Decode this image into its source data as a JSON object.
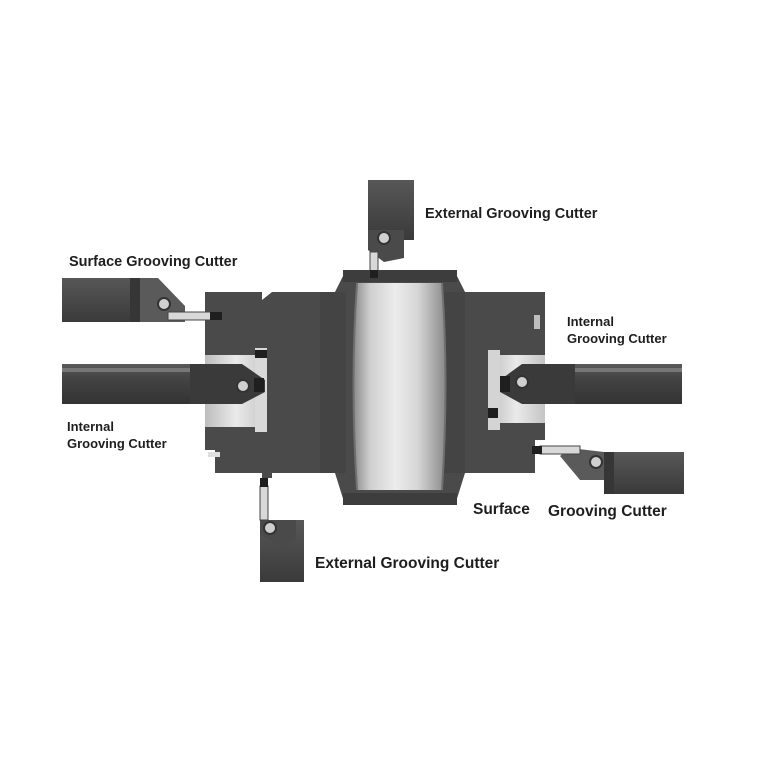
{
  "labels": {
    "external_top": "External Grooving Cutter",
    "surface_left": "Surface Grooving Cutter",
    "internal_right_line1": "Internal",
    "internal_right_line2": "Grooving Cutter",
    "internal_left_line1": "Internal",
    "internal_left_line2": "Grooving Cutter",
    "surface_right_word1": "Surface",
    "surface_right_word2": "Grooving Cutter",
    "external_bottom": "External Grooving Cutter"
  },
  "colors": {
    "body": "#4a4a4a",
    "body_dark": "#3b3b3b",
    "bar": "#3f3f3f",
    "roller_light": "#e4e4e4",
    "roller_dark": "#8e8e8e",
    "insert": "#1f1f1f",
    "text": "#1e1e1e"
  }
}
